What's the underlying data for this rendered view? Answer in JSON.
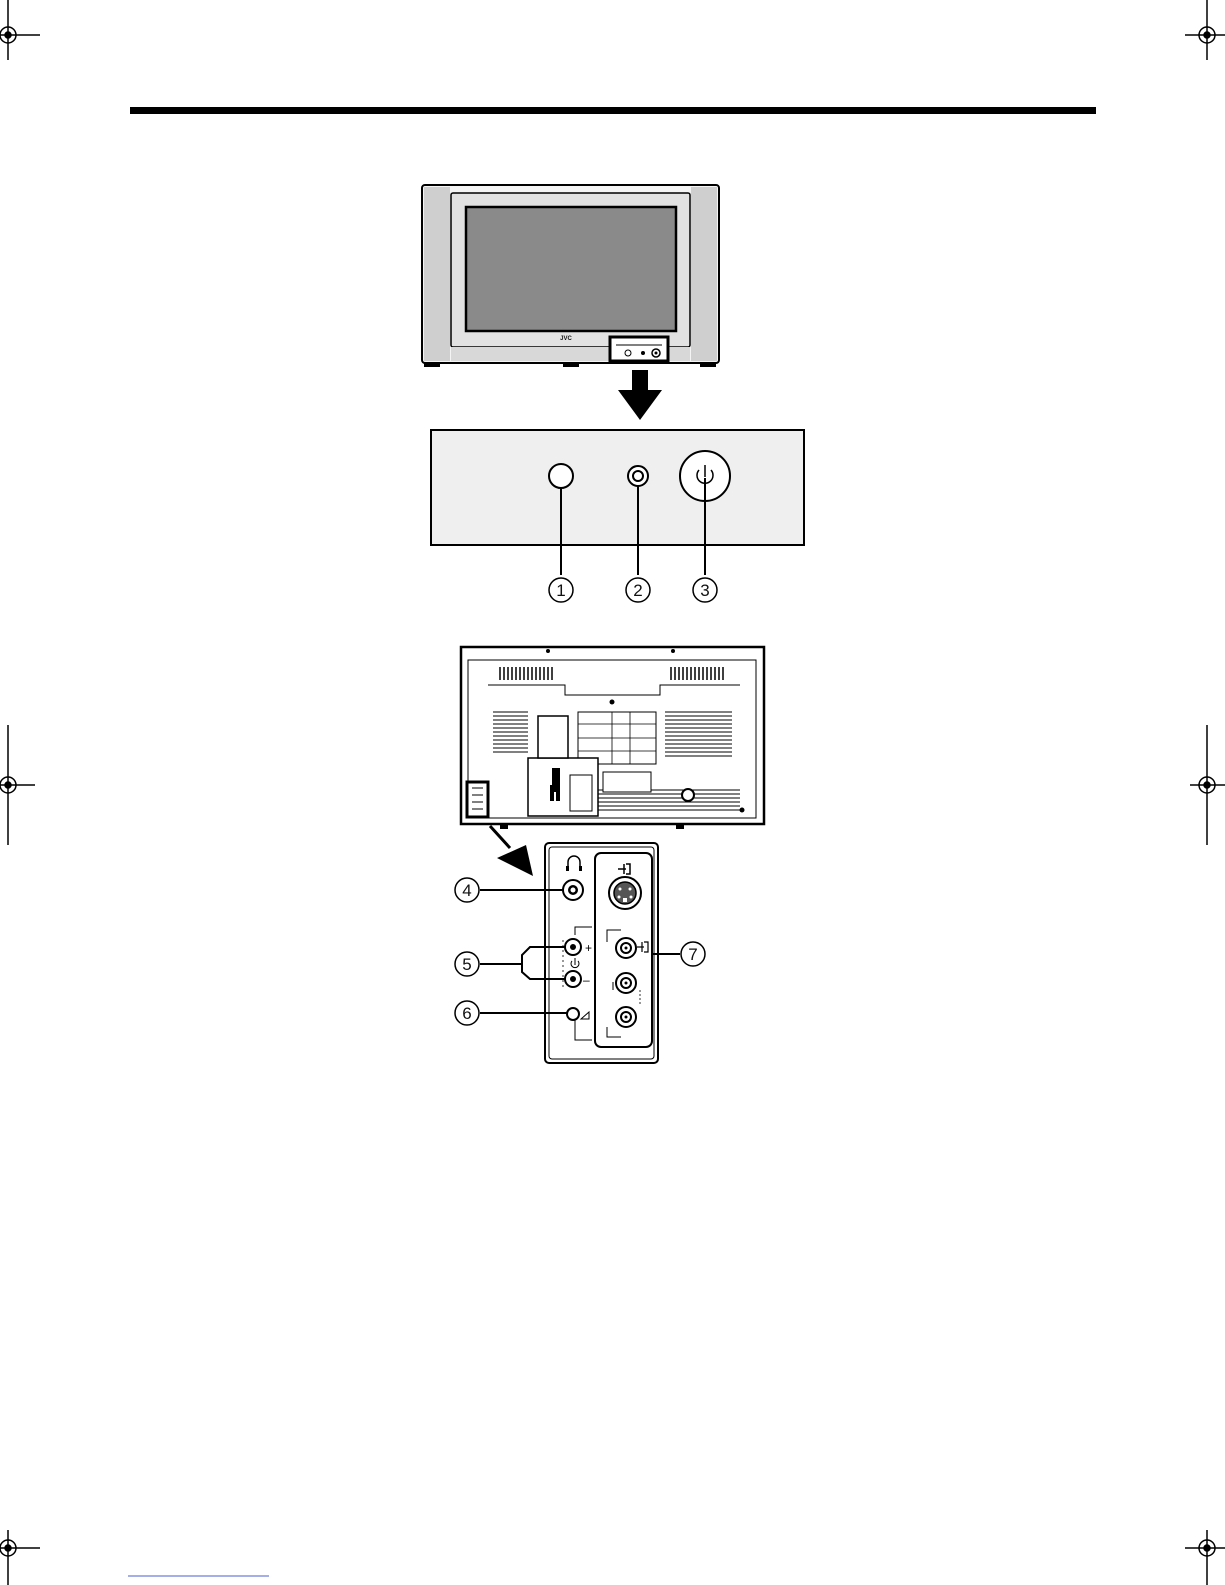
{
  "front_view": {
    "brand": "JVC"
  },
  "front_panel_callouts": [
    {
      "number": "1"
    },
    {
      "number": "2"
    },
    {
      "number": "3"
    }
  ],
  "side_panel_callouts": [
    {
      "number": "4"
    },
    {
      "number": "5"
    },
    {
      "number": "6"
    },
    {
      "number": "7"
    }
  ],
  "side_panel_labels": {
    "plus": "+",
    "minus": "–"
  },
  "colors": {
    "panel_fill": "#efefef",
    "screen_fill": "#8a8a8a",
    "line": "#000000",
    "footer_link": "#4a5fd0"
  }
}
